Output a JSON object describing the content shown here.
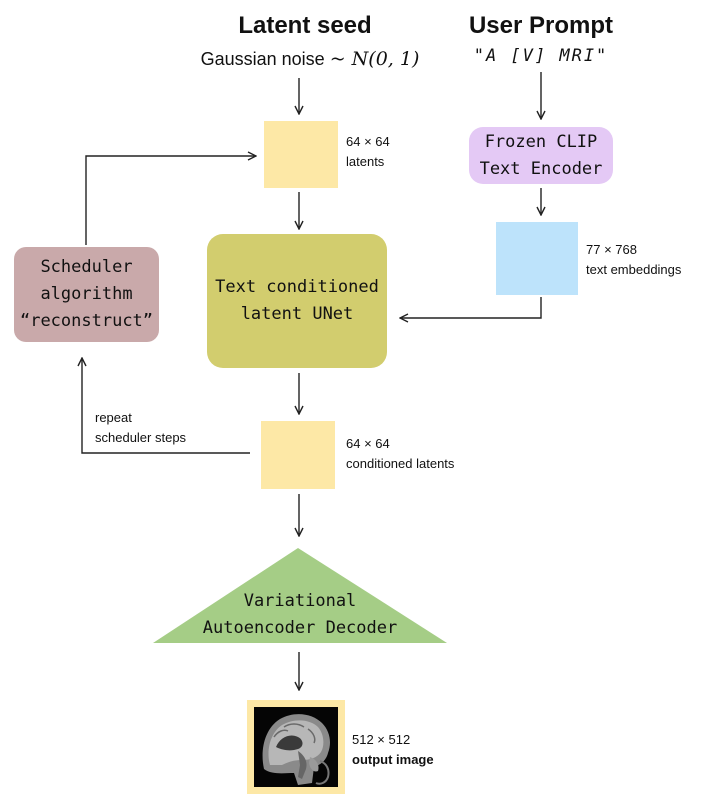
{
  "latent_seed": {
    "title": "Latent seed",
    "noise_label": "Gaussian noise",
    "noise_formula": "~ N(0, 1)"
  },
  "user_prompt": {
    "title": "User Prompt",
    "text": "\"A [V] MRI\""
  },
  "latents": {
    "size": "64 × 64",
    "label": "latents"
  },
  "clip": {
    "label": "Frozen CLIP\nText Encoder"
  },
  "text_embeddings": {
    "size": "77 × 768",
    "label": "text embeddings"
  },
  "unet": {
    "label": "Text conditioned\nlatent UNet"
  },
  "scheduler": {
    "label": "Scheduler\nalgorithm\n“reconstruct”"
  },
  "repeat": {
    "label": "repeat\nscheduler steps"
  },
  "conditioned": {
    "size": "64 × 64",
    "label": "conditioned latents"
  },
  "vae": {
    "label": "Variational\nAutoencoder Decoder"
  },
  "output": {
    "size": "512 × 512",
    "label": "output image"
  },
  "colors": {
    "latent_yellow": "#fde8a6",
    "clip_purple": "#e4c9f5",
    "embed_blue": "#bde3fb",
    "unet_olive": "#d2cd6e",
    "scheduler_mauve": "#c9a9aa",
    "vae_green": "#a5cd86",
    "output_frame": "#fde8a6"
  }
}
